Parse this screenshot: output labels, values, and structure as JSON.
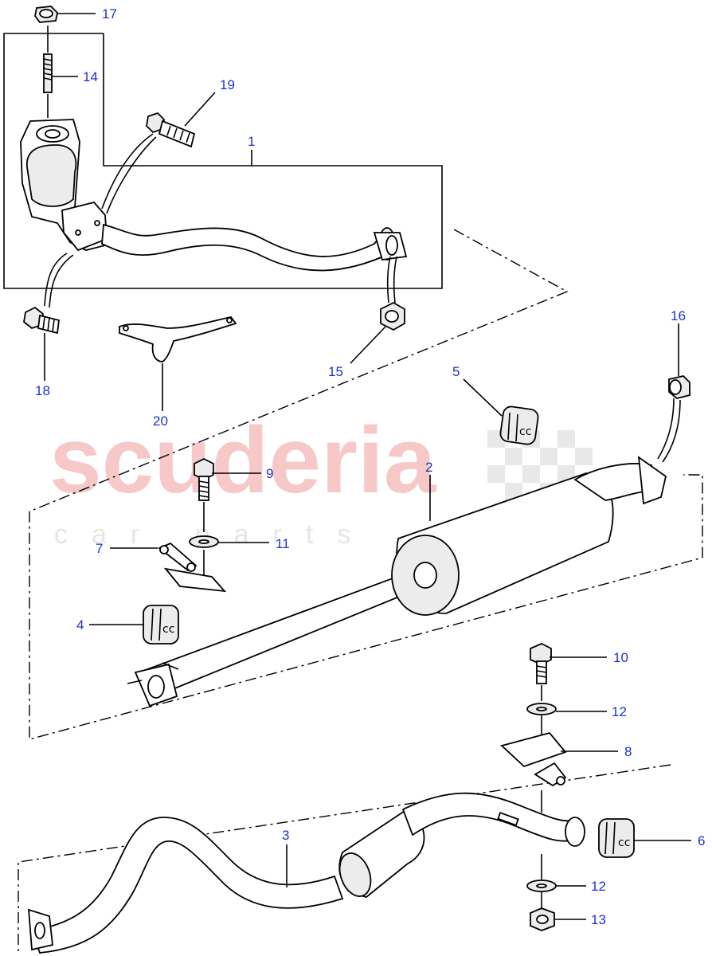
{
  "watermark": {
    "brand": "scuderia",
    "tagline": "car parts"
  },
  "callouts": {
    "c1": "1",
    "c2": "2",
    "c3": "3",
    "c4": "4",
    "c5": "5",
    "c6": "6",
    "c7": "7",
    "c8": "8",
    "c9": "9",
    "c10": "10",
    "c11": "11",
    "c12a": "12",
    "c12b": "12",
    "c13": "13",
    "c14": "14",
    "c15": "15",
    "c16": "16",
    "c17": "17",
    "c18": "18",
    "c19": "19",
    "c20": "20"
  },
  "colors": {
    "callout": "#1f2fd1",
    "watermark_red": "#f6c8c8",
    "line": "#000000"
  }
}
